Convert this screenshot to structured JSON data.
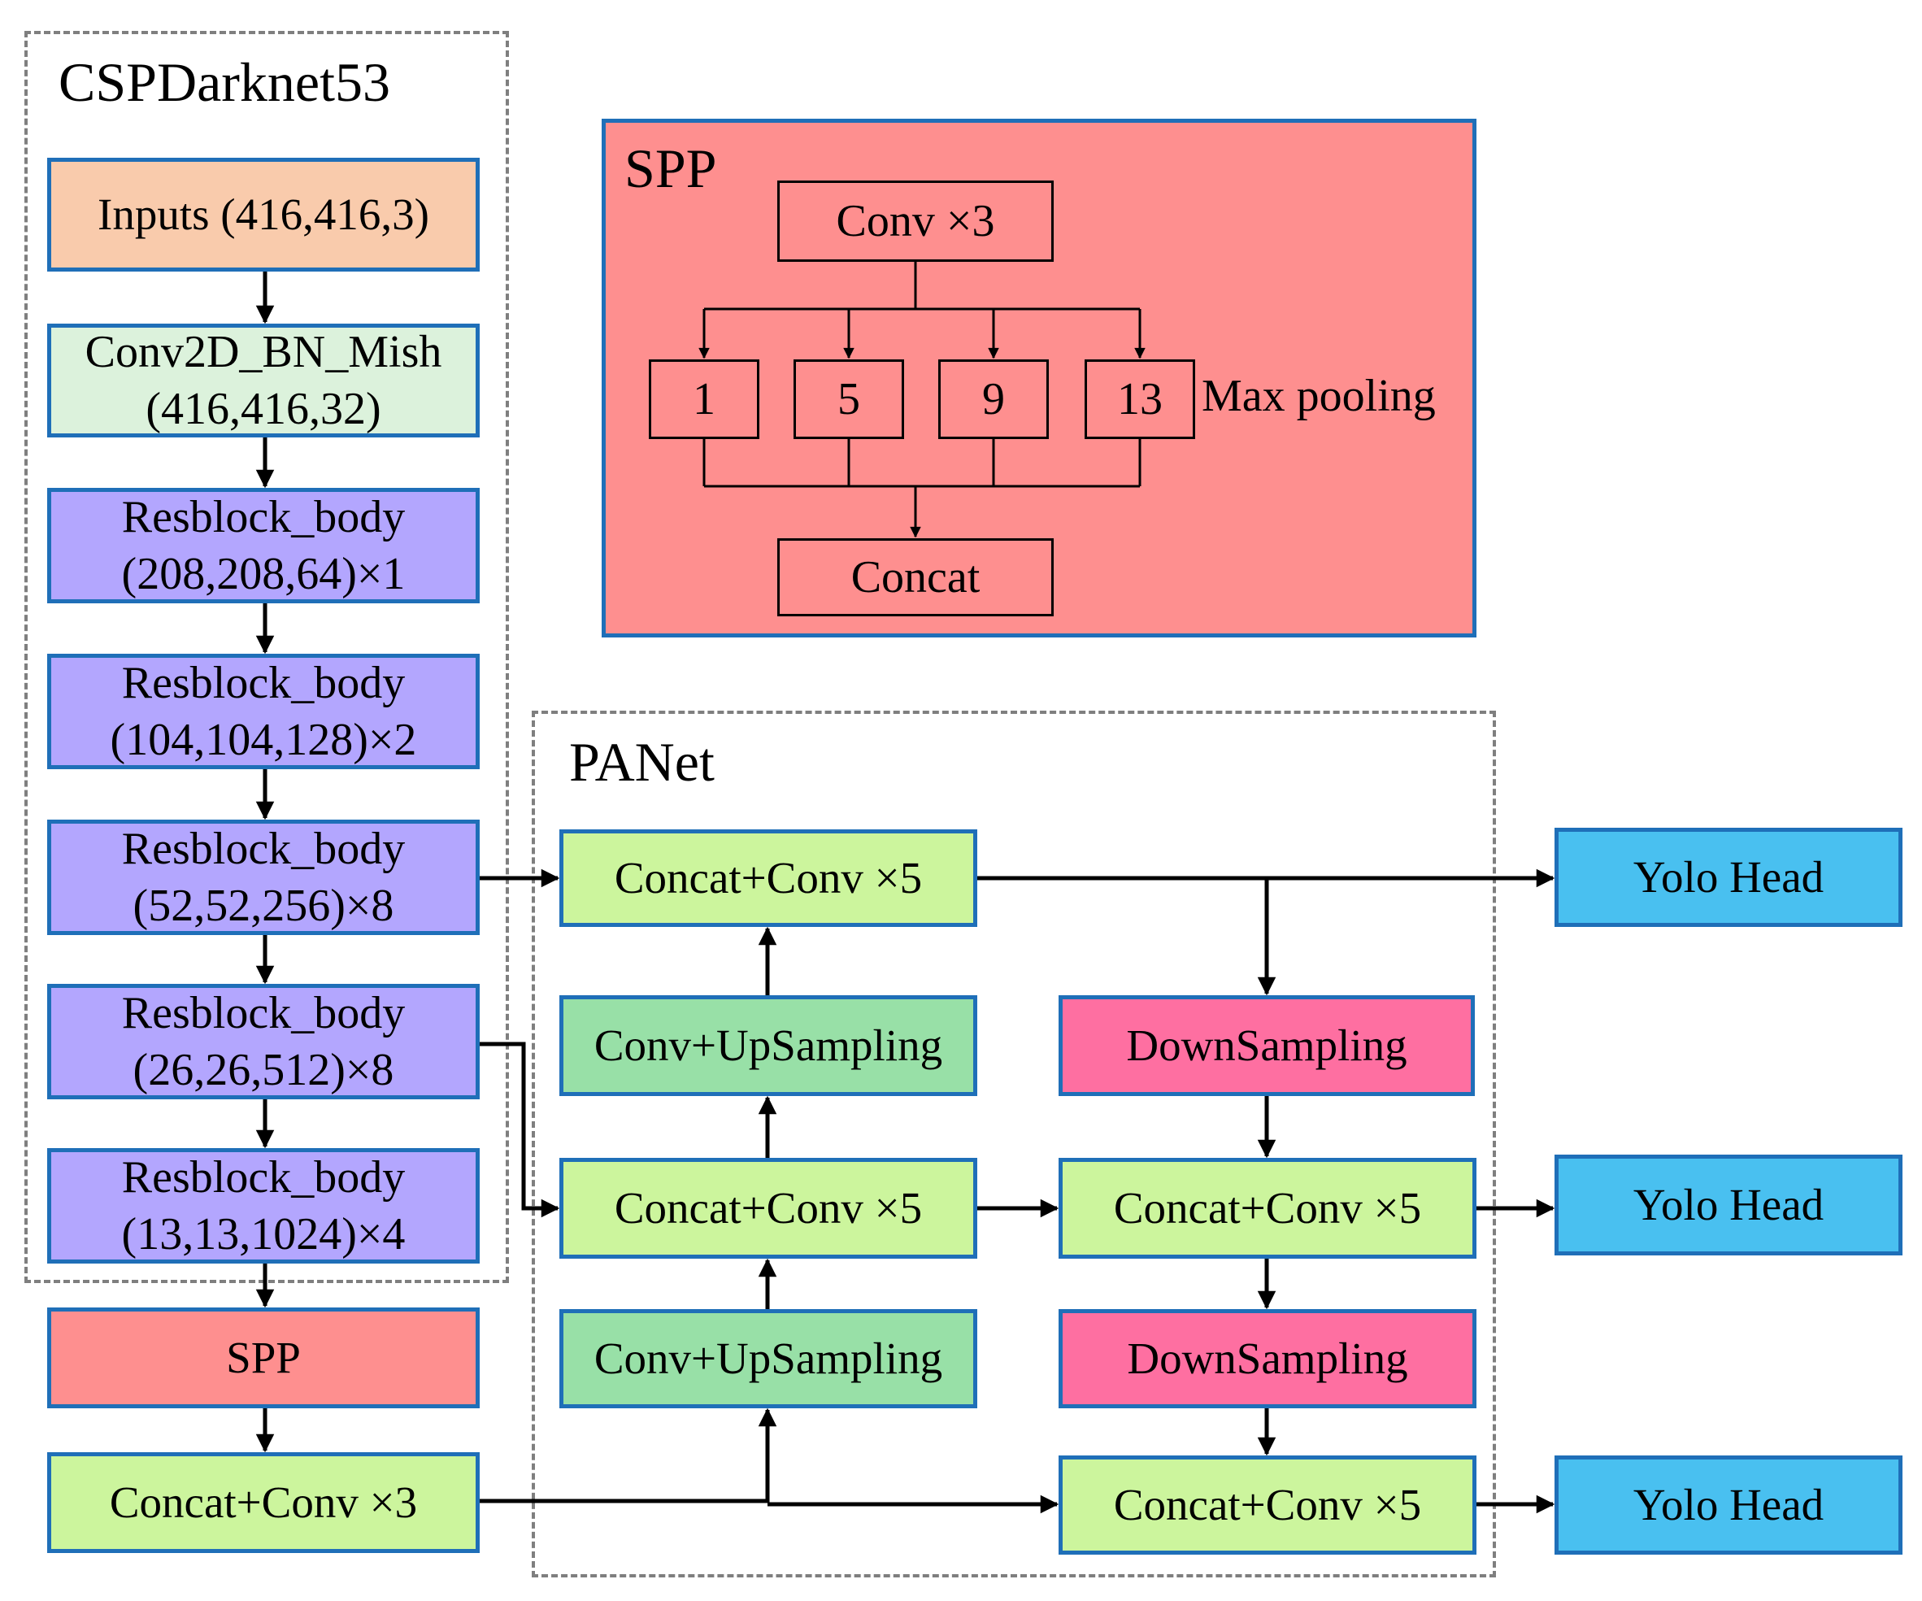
{
  "groups": {
    "backbone": "CSPDarknet53",
    "spp_detail": "SPP",
    "neck": "PANet"
  },
  "backbone": {
    "inputs": "Inputs (416,416,3)",
    "conv_line1": "Conv2D_BN_Mish",
    "conv_line2": "(416,416,32)",
    "res1_line1": "Resblock_body",
    "res1_line2": "(208,208,64)×1",
    "res2_line1": "Resblock_body",
    "res2_line2": "(104,104,128)×2",
    "res3_line1": "Resblock_body",
    "res3_line2": "(52,52,256)×8",
    "res4_line1": "Resblock_body",
    "res4_line2": "(26,26,512)×8",
    "res5_line1": "Resblock_body",
    "res5_line2": "(13,13,1024)×4",
    "spp": "SPP",
    "concat_conv3": "Concat+Conv ×3"
  },
  "spp_detail": {
    "conv": "Conv ×3",
    "pools": [
      "1",
      "5",
      "9",
      "13"
    ],
    "pool_label": "Max pooling",
    "concat": "Concat"
  },
  "panet": {
    "concat_conv5_top": "Concat+Conv ×5",
    "conv_upsampling_top": "Conv+UpSampling",
    "concat_conv5_mid": "Concat+Conv ×5",
    "conv_upsampling_bottom": "Conv+UpSampling",
    "downsampling_top": "DownSampling",
    "concat_conv5_right_mid": "Concat+Conv ×5",
    "downsampling_bottom": "DownSampling",
    "concat_conv5_right_bottom": "Concat+Conv ×5"
  },
  "heads": [
    "Yolo Head",
    "Yolo Head",
    "Yolo Head"
  ],
  "colors": {
    "border_blue": "#1f6fb8",
    "inputs": "#f9cbac",
    "conv2d": "#dcf2dc",
    "resblock": "#b3a6fe",
    "spp": "#fe8f8f",
    "concat_conv": "#ccf59d",
    "upsampling": "#98e0a7",
    "downsampling": "#fe6fa1",
    "yolo_head": "#49c0f0"
  }
}
